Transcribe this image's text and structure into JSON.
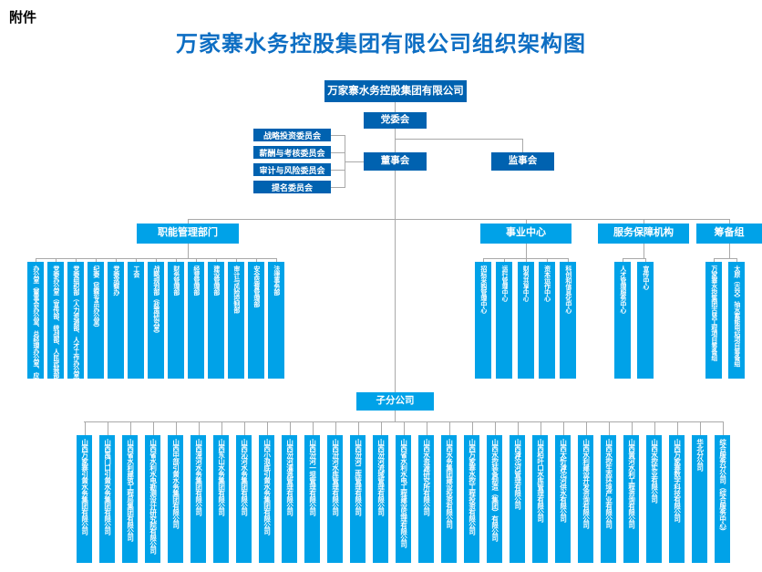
{
  "page": {
    "attachment_label": "附件",
    "title": "万家寨水务控股集团有限公司组织架构图"
  },
  "root": {
    "label": "万家寨水务控股集团有限公司"
  },
  "governance": {
    "party_committee": "党委会",
    "board": "董事会",
    "supervisory_board": "监事会",
    "committees": [
      "战略投资委员会",
      "薪酬与考核委员会",
      "审计与风险委员会",
      "提名委员会"
    ]
  },
  "groups": [
    {
      "label": "职能管理部门",
      "children": [
        "办公室（董事会办公室、总经理办公室、应急管理办公室）",
        "党委办公室（宣传部、统战部、人民武装部、团委）",
        "党委组织部（人力资源部、人才工作办公室）",
        "纪委（监察专员办公室）",
        "党委巡察办",
        "工会",
        "战略规划部（政策研究室）",
        "财务管理部",
        "经营管理部",
        "建设管理部",
        "审计与风险控制部",
        "安全监督管理部",
        "法律事务部"
      ]
    },
    {
      "label": "事业中心",
      "children": [
        "招标采购管理中心",
        "运行管理中心",
        "财务共享中心",
        "资本运作中心",
        "科创和信息化中心"
      ]
    },
    {
      "label": "服务保障机构",
      "children": [
        "人才管理服务中心",
        "宣传中心"
      ]
    },
    {
      "label": "筹备组",
      "children": [
        "万家寨水控集团古贤工程项目筹备组",
        "太原（古交）抽水蓄能电站项目筹备组"
      ]
    }
  ],
  "subsidiaries": {
    "label": "子分公司",
    "children": [
      "山西万家寨引黄水务集团有限公司",
      "山西禹门口引黄水务集团有限公司",
      "山西省水利建筑工程局集团有限公司",
      "山西省水利水电勘测设计研究院有限公司",
      "山西中部引黄水务集团有限公司",
      "山西漳河水务集团有限公司",
      "山西东山水务集团有限公司",
      "山西沁河水务集团有限公司",
      "山西小浪底引黄水务集团有限公司",
      "山西汾河灌溉管理有限公司",
      "山西汾河一坝管理有限公司",
      "山西汾河水库管理有限公司",
      "山西汾河二库管理有限公司",
      "山西汾河流域管理有限公司",
      "山西省水利水电工程建设监理有限公司",
      "山西水资源研究所有限公司",
      "山西水务集团建设投资有限公司",
      "山西万家寨水控工程投资有限公司",
      "山西水控装备制造（集团）有限公司",
      "山西滹沱河管理有限公司",
      "山西柏叶口水库管理有限公司",
      "山西太忻滹沱河供水有限公司",
      "山西水利建设开发咨询有限公司",
      "山西水控生态环境产业有限公司",
      "山西黄河水利工程咨询有限公司",
      "山西水控实业有限公司",
      "山西万家寨数字科技有限公司",
      "华北分公司",
      "综合服务分公司（综合服务中心）"
    ]
  },
  "colors": {
    "dark_blue": "#0062b0",
    "light_blue": "#00a2e8",
    "title_blue": "#0d6ec3",
    "line_gray": "#a9a9a9"
  }
}
